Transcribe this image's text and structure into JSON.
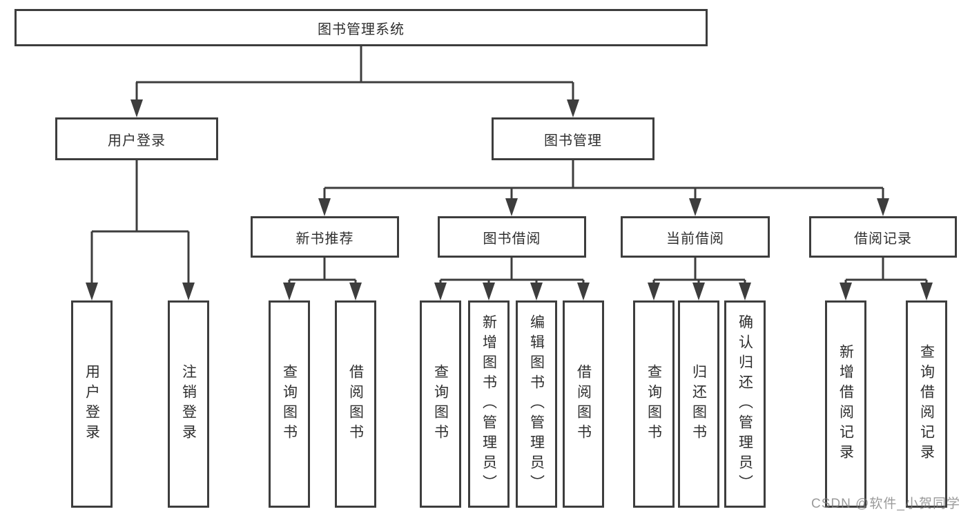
{
  "diagram": {
    "root": "图书管理系统",
    "branches": [
      {
        "label": "用户登录",
        "children": [
          "用户登录",
          "注销登录"
        ]
      },
      {
        "label": "图书管理",
        "groups": [
          {
            "label": "新书推荐",
            "children": [
              "查询图书",
              "借阅图书"
            ]
          },
          {
            "label": "图书借阅",
            "children": [
              "查询图书",
              "新增图书（管理员）",
              "编辑图书（管理员）",
              "借阅图书"
            ]
          },
          {
            "label": "当前借阅",
            "children": [
              "查询图书",
              "归还图书",
              "确认归还（管理员）"
            ]
          },
          {
            "label": "借阅记录",
            "children": [
              "新增借阅记录",
              "查询借阅记录"
            ]
          }
        ]
      }
    ]
  },
  "watermark": "CSDN @软件_小贺同学",
  "colors": {
    "line": "#3d3d3d",
    "box_border": "#3d3d3d",
    "text": "#2f2f2f",
    "background": "#ffffff",
    "watermark": "#7d7d7d"
  }
}
